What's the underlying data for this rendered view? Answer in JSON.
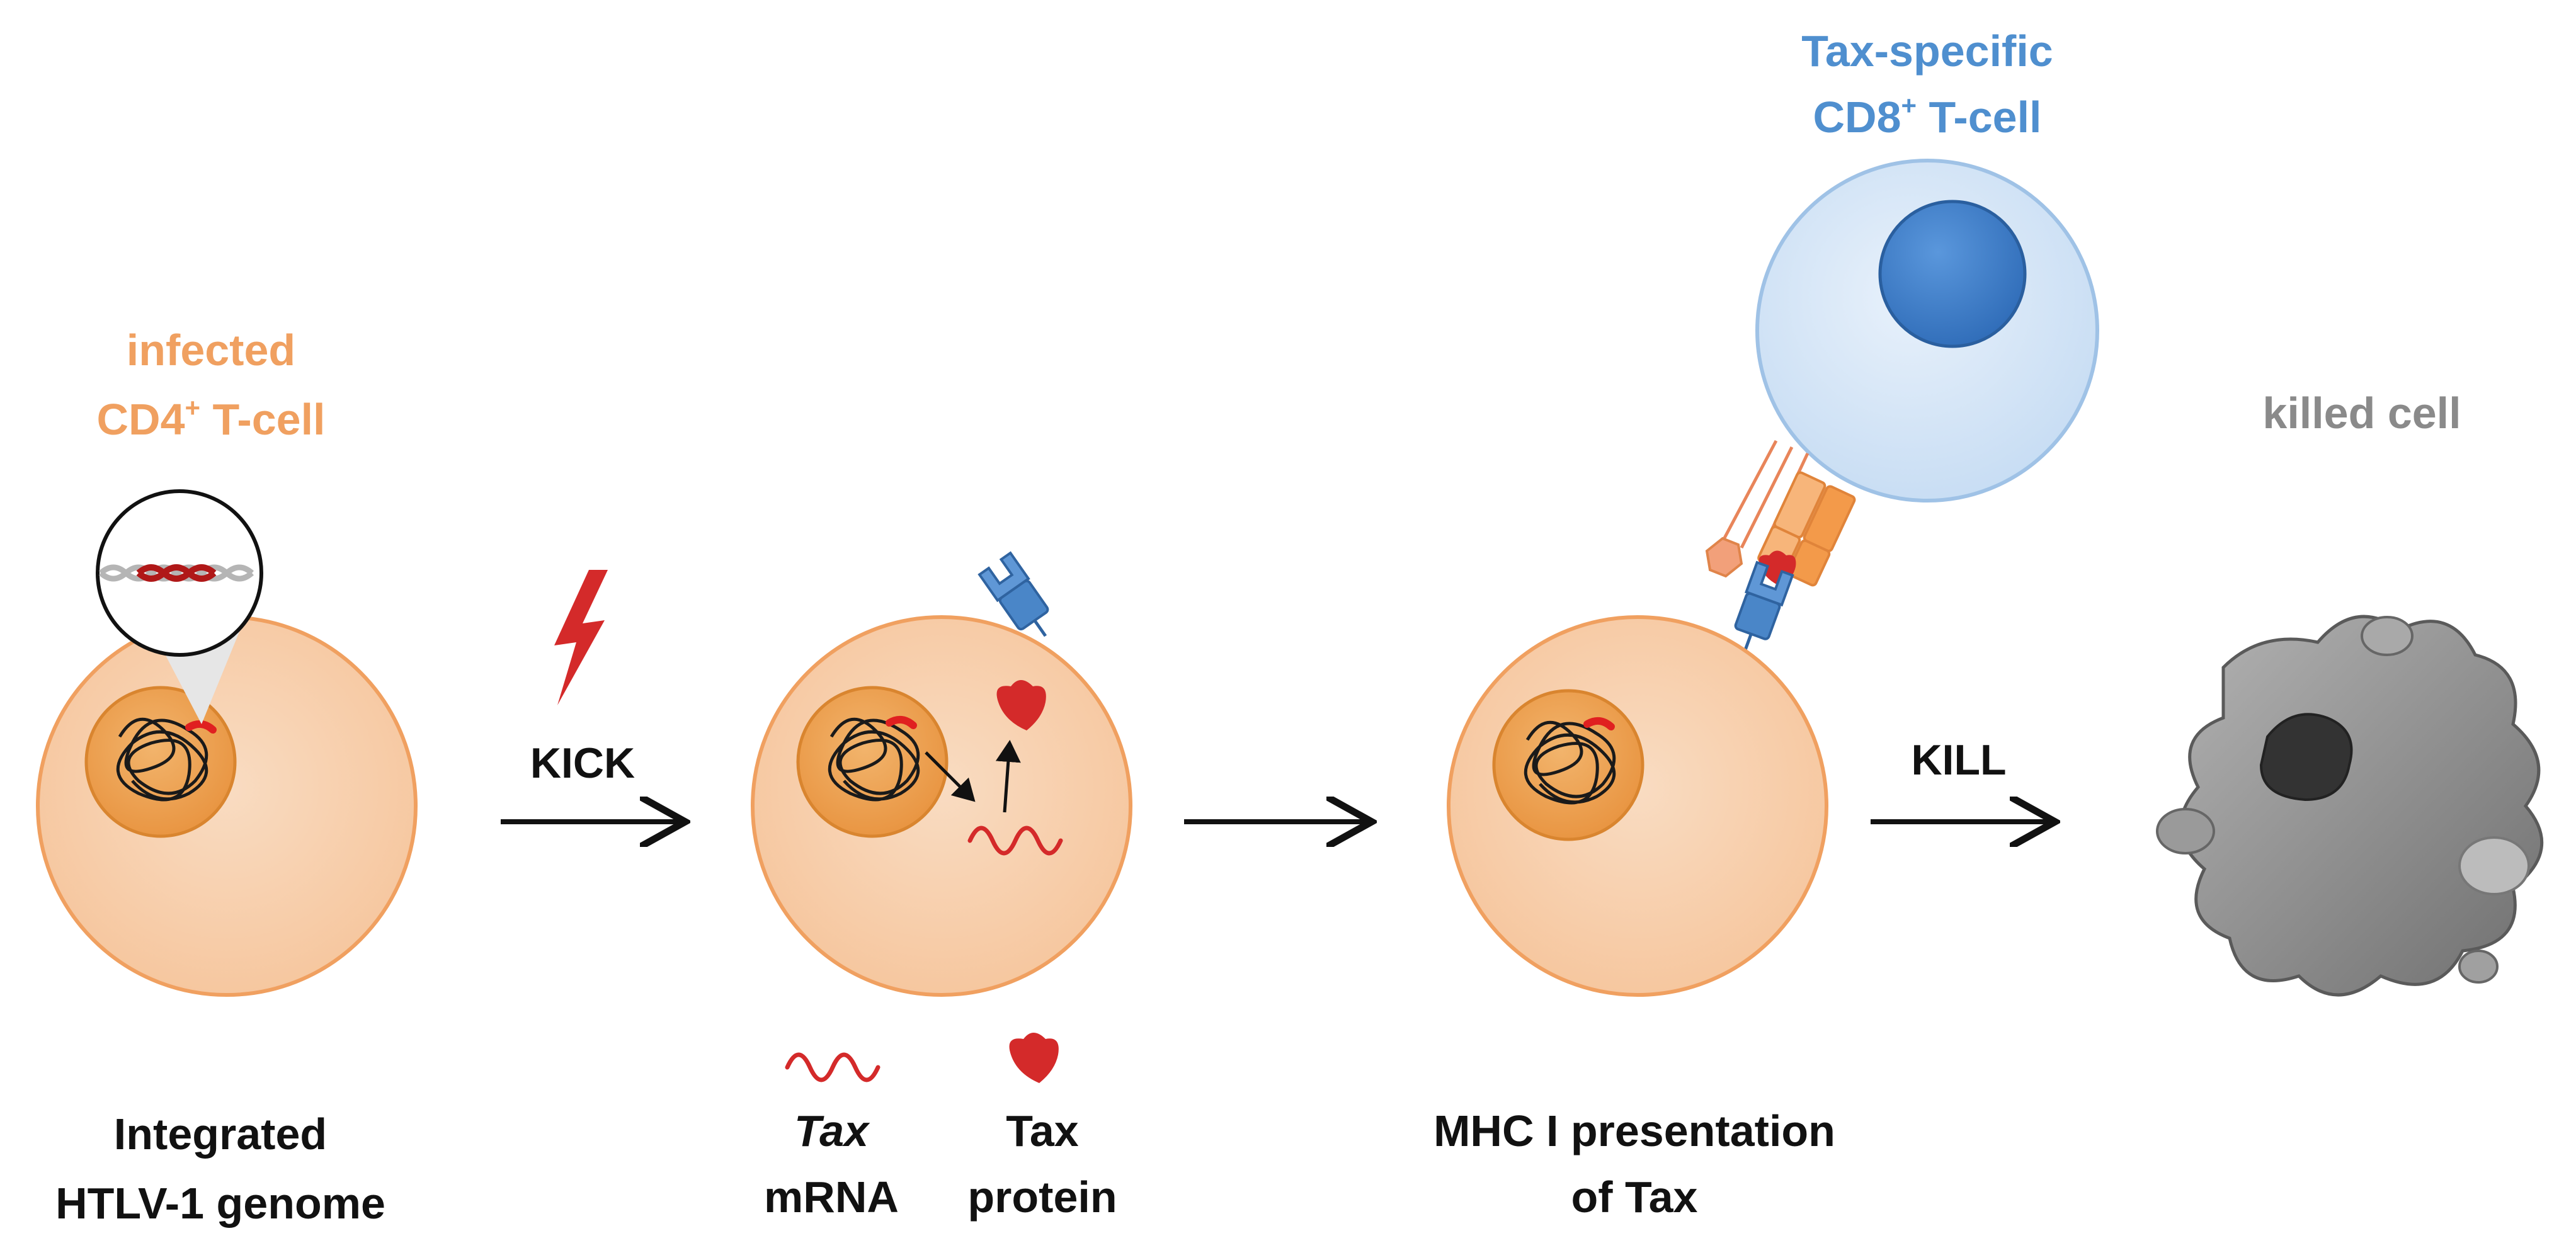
{
  "labels": {
    "infected_line1": "infected",
    "infected_line2": "CD4",
    "infected_sup": "+",
    "infected_suffix": " T-cell",
    "tax_specific_line1": "Tax-specific",
    "tax_specific_line2": "CD8",
    "tax_specific_sup": "+",
    "tax_specific_suffix": " T-cell",
    "killed_cell": "killed cell",
    "kick": "KICK",
    "kill": "KILL",
    "integrated_line1": "Integrated",
    "integrated_line2": "HTLV-1 genome",
    "tax_mrna_line1": "Tax",
    "tax_mrna_line2": "mRNA",
    "tax_protein_line1": "Tax",
    "tax_protein_line2": "protein",
    "mhc_line1": "MHC I presentation",
    "mhc_line2": "of Tax"
  },
  "colors": {
    "cd4_cell_fill": "#f7cba6",
    "cd4_cell_stroke": "#f0a060",
    "nucleus_fill": "#ef9f4f",
    "nucleus_stroke": "#d9852f",
    "cd8_cell_fill": "#d6e6f7",
    "cd8_cell_stroke": "#9fc2e6",
    "cd8_nucleus_fill": "#3f7fcf",
    "mhc_blue": "#4a86c8",
    "tax_red": "#d42a2a",
    "tcr_orange": "#f39a4a",
    "killed_gray": "#8c8c8c",
    "arrow": "#111111"
  },
  "icons": [
    "lightning-bolt-icon",
    "dna-helix-icon",
    "mrna-wave-icon",
    "tax-protein-icon",
    "mhc-receptor-icon",
    "tcr-receptor-icon"
  ]
}
